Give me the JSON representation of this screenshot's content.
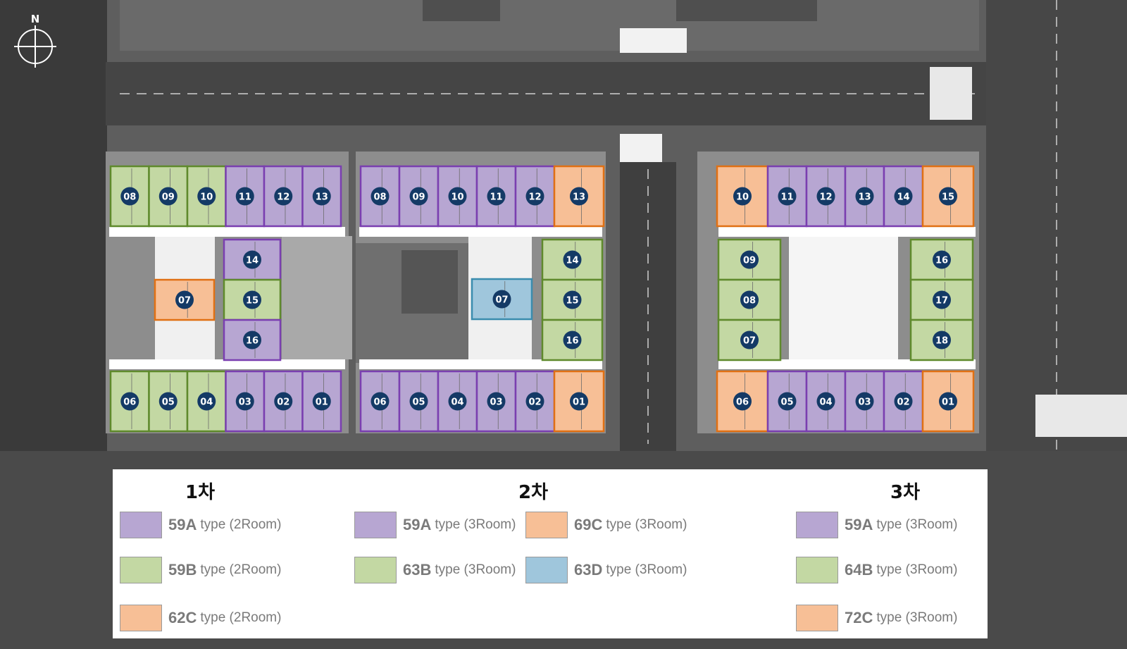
{
  "map": {
    "compass_label": "N",
    "colors": {
      "purple": "#b7a6d2",
      "purple_border": "#7a3fb0",
      "green": "#c3d8a3",
      "green_border": "#5f8a2c",
      "orange": "#f7bf96",
      "orange_border": "#e07014",
      "blue": "#9fc6dc",
      "blue_border": "#3a8cae",
      "badge": "#143a66"
    },
    "phase1": {
      "top": [
        {
          "n": "08",
          "type": "59B"
        },
        {
          "n": "09",
          "type": "59B"
        },
        {
          "n": "10",
          "type": "59B"
        },
        {
          "n": "11",
          "type": "59A"
        },
        {
          "n": "12",
          "type": "59A"
        },
        {
          "n": "13",
          "type": "59A"
        }
      ],
      "middle": [
        {
          "n": "14",
          "type": "59A"
        },
        {
          "n": "07",
          "type": "62C"
        },
        {
          "n": "15",
          "type": "59B"
        },
        {
          "n": "16",
          "type": "59A"
        }
      ],
      "bottom": [
        {
          "n": "06",
          "type": "59B"
        },
        {
          "n": "05",
          "type": "59B"
        },
        {
          "n": "04",
          "type": "59B"
        },
        {
          "n": "03",
          "type": "59A"
        },
        {
          "n": "02",
          "type": "59A"
        },
        {
          "n": "01",
          "type": "59A"
        }
      ]
    },
    "phase2": {
      "top": [
        {
          "n": "08",
          "type": "59A"
        },
        {
          "n": "09",
          "type": "59A"
        },
        {
          "n": "10",
          "type": "59A"
        },
        {
          "n": "11",
          "type": "59A"
        },
        {
          "n": "12",
          "type": "59A"
        },
        {
          "n": "13",
          "type": "69C"
        }
      ],
      "middle": [
        {
          "n": "07",
          "type": "63D"
        },
        {
          "n": "14",
          "type": "63B"
        },
        {
          "n": "15",
          "type": "63B"
        },
        {
          "n": "16",
          "type": "63B"
        }
      ],
      "bottom": [
        {
          "n": "06",
          "type": "59A"
        },
        {
          "n": "05",
          "type": "59A"
        },
        {
          "n": "04",
          "type": "59A"
        },
        {
          "n": "03",
          "type": "59A"
        },
        {
          "n": "02",
          "type": "59A"
        },
        {
          "n": "01",
          "type": "69C"
        }
      ]
    },
    "phase3": {
      "top": [
        {
          "n": "10",
          "type": "72C"
        },
        {
          "n": "11",
          "type": "59A"
        },
        {
          "n": "12",
          "type": "59A"
        },
        {
          "n": "13",
          "type": "59A"
        },
        {
          "n": "14",
          "type": "59A"
        },
        {
          "n": "15",
          "type": "72C"
        }
      ],
      "left": [
        {
          "n": "09",
          "type": "64B"
        },
        {
          "n": "08",
          "type": "64B"
        },
        {
          "n": "07",
          "type": "64B"
        }
      ],
      "right": [
        {
          "n": "16",
          "type": "64B"
        },
        {
          "n": "17",
          "type": "64B"
        },
        {
          "n": "18",
          "type": "64B"
        }
      ],
      "bottom": [
        {
          "n": "06",
          "type": "72C"
        },
        {
          "n": "05",
          "type": "59A"
        },
        {
          "n": "04",
          "type": "59A"
        },
        {
          "n": "03",
          "type": "59A"
        },
        {
          "n": "02",
          "type": "59A"
        },
        {
          "n": "01",
          "type": "72C"
        }
      ]
    }
  },
  "legend": {
    "phase1": {
      "title": "1차",
      "items": [
        {
          "code": "59A",
          "type": "type (2Room)",
          "color": "#b7a6d2"
        },
        {
          "code": "59B",
          "type": "type (2Room)",
          "color": "#c3d8a3"
        },
        {
          "code": "62C",
          "type": "type (2Room)",
          "color": "#f7bf96"
        }
      ]
    },
    "phase2": {
      "title": "2차",
      "items": [
        {
          "code": "59A",
          "type": "type (3Room)",
          "color": "#b7a6d2"
        },
        {
          "code": "69C",
          "type": "type (3Room)",
          "color": "#f7bf96"
        },
        {
          "code": "63B",
          "type": "type (3Room)",
          "color": "#c3d8a3"
        },
        {
          "code": "63D",
          "type": "type (3Room)",
          "color": "#9fc6dc"
        }
      ]
    },
    "phase3": {
      "title": "3차",
      "items": [
        {
          "code": "59A",
          "type": "type (3Room)",
          "color": "#b7a6d2"
        },
        {
          "code": "64B",
          "type": "type (3Room)",
          "color": "#c3d8a3"
        },
        {
          "code": "72C",
          "type": "type (3Room)",
          "color": "#f7bf96"
        }
      ]
    }
  }
}
